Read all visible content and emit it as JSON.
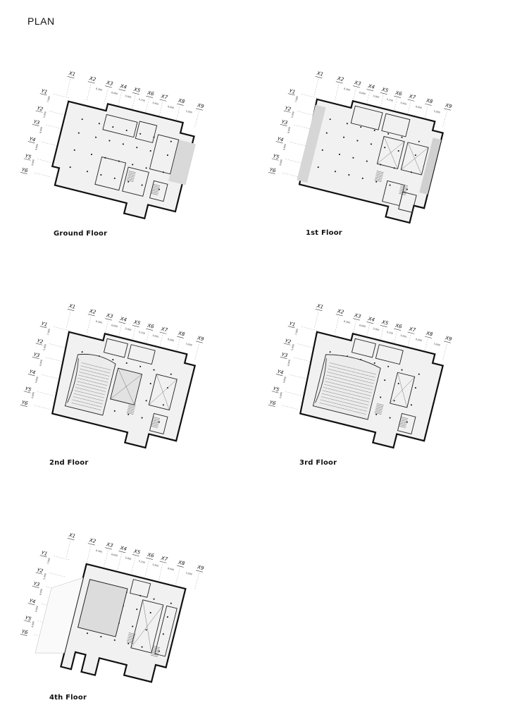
{
  "page": {
    "title": "PLAN"
  },
  "grid": {
    "x_labels": [
      "X1",
      "X2",
      "X3",
      "X4",
      "X5",
      "X6",
      "X7",
      "X8",
      "X9"
    ],
    "y_labels": [
      "Y1",
      "Y2",
      "Y3",
      "Y4",
      "Y5",
      "Y6"
    ]
  },
  "floors": [
    {
      "label": "Ground Floor",
      "type": "ground",
      "x_dims": [
        "6,300",
        "6,000",
        "3,000",
        "5,150",
        "3,450",
        "6,000",
        "5,000"
      ],
      "y_dims": [
        "7,800",
        "5,400",
        "6,000",
        "4,800",
        "4,800"
      ]
    },
    {
      "label": "1st Floor",
      "type": "first",
      "x_dims": [
        "6,300",
        "6,000",
        "3,000",
        "5,150",
        "3,450",
        "6,000",
        "5,000"
      ],
      "y_dims": [
        "7,800",
        "5,400",
        "6,000",
        "4,800",
        "4,800"
      ]
    },
    {
      "label": "2nd Floor",
      "type": "second",
      "x_dims": [
        "6,300",
        "6,000",
        "3,000",
        "5,150",
        "3,450",
        "6,000",
        "5,000"
      ],
      "y_dims": [
        "7,800",
        "5,400",
        "6,000",
        "4,800",
        "4,800"
      ]
    },
    {
      "label": "3rd Floor",
      "type": "third",
      "x_dims": [
        "6,300",
        "6,000",
        "3,000",
        "5,150",
        "3,450",
        "6,000",
        "5,000"
      ],
      "y_dims": [
        "7,800",
        "5,400",
        "6,000",
        "4,800",
        "4,800"
      ]
    },
    {
      "label": "4th Floor",
      "type": "fourth",
      "x_dims": [
        "6,300",
        "6,000",
        "3,000",
        "5,150",
        "3,450",
        "6,000",
        "5,000"
      ],
      "y_dims": [
        "7,800",
        "5,400",
        "6,000",
        "4,800",
        "4,800"
      ]
    }
  ]
}
